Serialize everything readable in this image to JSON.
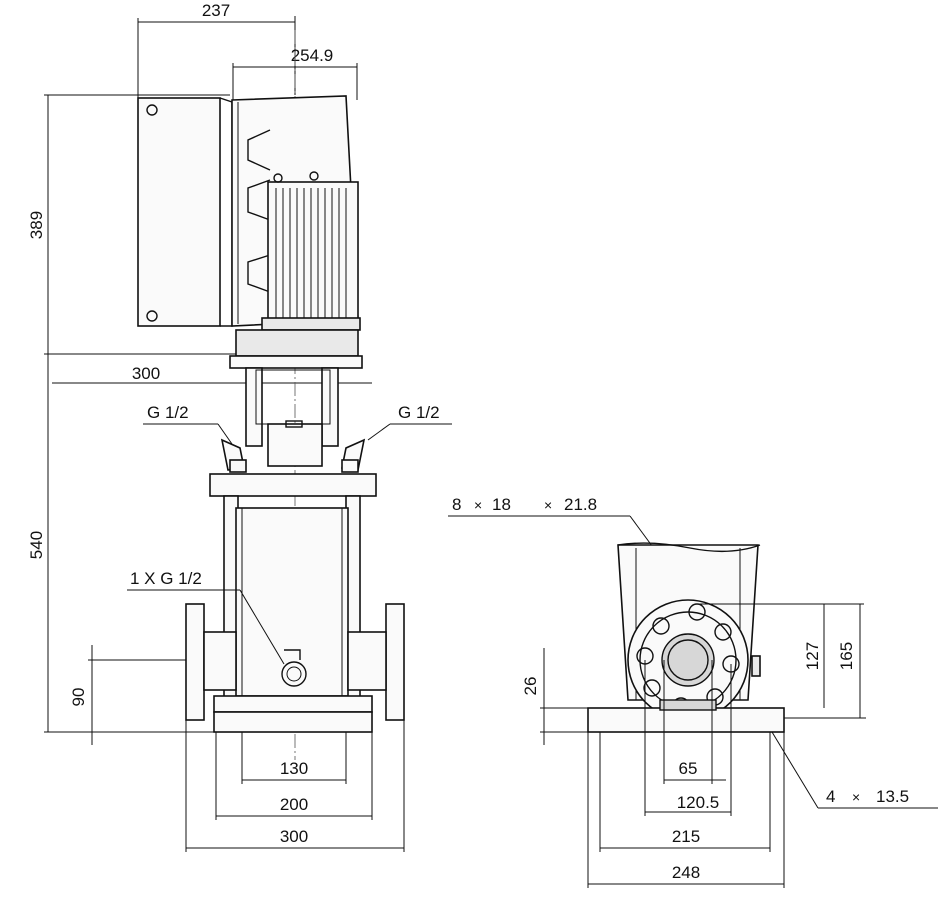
{
  "front_view": {
    "dims": {
      "motor_width_a": "237",
      "motor_width_b": "254.9",
      "motor_height": "389",
      "base_width_top": "300",
      "pump_height": "540",
      "inlet_height": "90",
      "foot_spacing_a": "130",
      "foot_spacing_b": "200",
      "flange_span": "300"
    },
    "labels": {
      "port_left": "G 1/2",
      "port_right": "G 1/2",
      "drain": "1 X G 1/2"
    }
  },
  "side_view": {
    "bolt_note": {
      "count": "8",
      "x1": "×",
      "dia": "18",
      "x2": "×",
      "pcd": "21.8"
    },
    "dims": {
      "flange_h1": "127",
      "flange_h2": "165",
      "base_h": "26",
      "d65": "65",
      "d120": "120.5",
      "d215": "215",
      "d248": "248"
    },
    "foot_note": {
      "count": "4",
      "x": "×",
      "dia": "13.5"
    }
  }
}
